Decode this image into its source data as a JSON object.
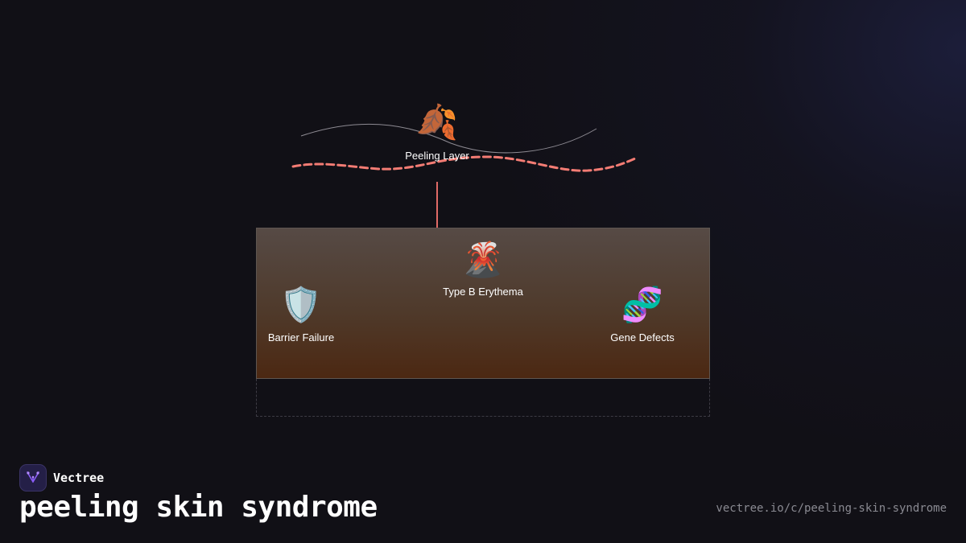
{
  "nodes": {
    "peeling_layer": {
      "label": "Peeling Layer",
      "icon": "🍂",
      "icon_name": "fallen-leaf-icon"
    },
    "type_b_erythema": {
      "label": "Type B Erythema",
      "icon": "🌋",
      "icon_name": "volcano-icon"
    },
    "barrier_failure": {
      "label": "Barrier Failure",
      "icon": "🛡️",
      "icon_name": "shield-icon"
    },
    "gene_defects": {
      "label": "Gene Defects",
      "icon": "🧬",
      "icon_name": "dna-icon"
    }
  },
  "colors": {
    "dashed_wave": "#f47c74",
    "connector": "#e06a66",
    "thin_wave": "#8d8a92",
    "brand_accent": "#8a5cf6"
  },
  "footer": {
    "brand": "Vectree",
    "title": "peeling skin syndrome",
    "url": "vectree.io/c/peeling-skin-syndrome"
  }
}
